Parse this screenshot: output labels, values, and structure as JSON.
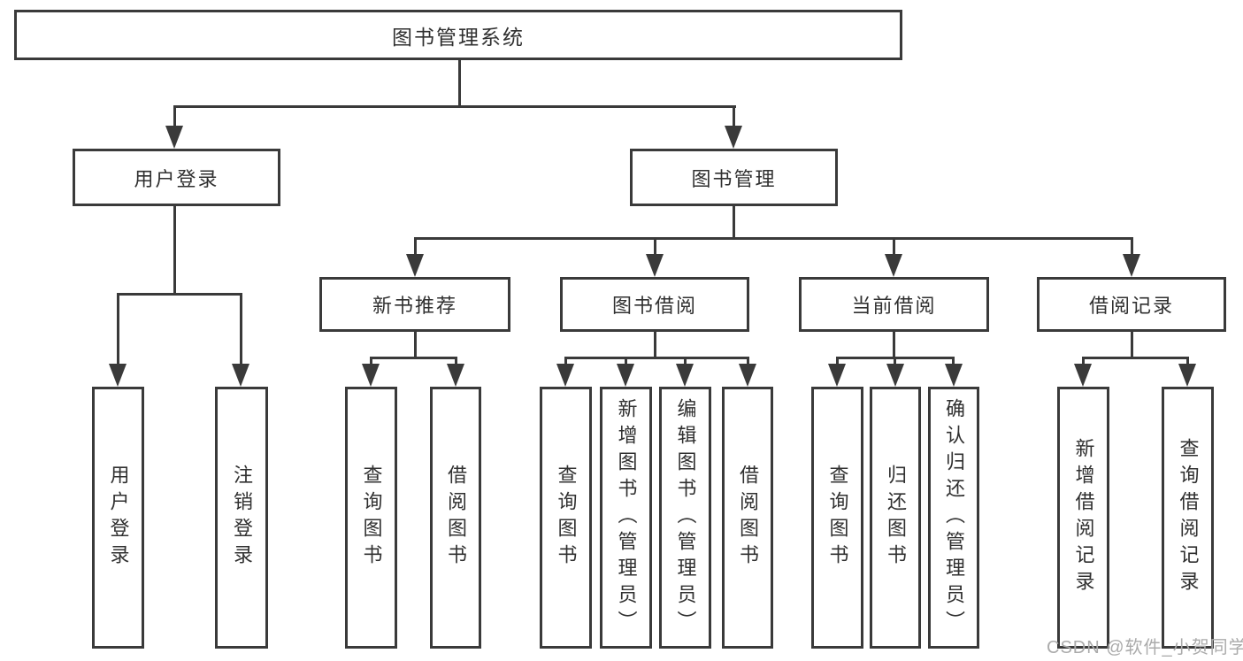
{
  "tree": {
    "root": {
      "label": "图书管理系统"
    },
    "user_login": {
      "label": "用户登录",
      "children": [
        {
          "label": "用户登录"
        },
        {
          "label": "注销登录"
        }
      ]
    },
    "book_mgmt": {
      "label": "图书管理",
      "children": [
        {
          "label": "新书推荐",
          "children": [
            {
              "label": "查询图书"
            },
            {
              "label": "借阅图书"
            }
          ]
        },
        {
          "label": "图书借阅",
          "children": [
            {
              "label": "查询图书"
            },
            {
              "label": "新增图书（管理员）"
            },
            {
              "label": "编辑图书（管理员）"
            },
            {
              "label": "借阅图书"
            }
          ]
        },
        {
          "label": "当前借阅",
          "children": [
            {
              "label": "查询图书"
            },
            {
              "label": "归还图书"
            },
            {
              "label": "确认归还（管理员）"
            }
          ]
        },
        {
          "label": "借阅记录",
          "children": [
            {
              "label": "新增借阅记录"
            },
            {
              "label": "查询借阅记录"
            }
          ]
        }
      ]
    }
  },
  "watermark": {
    "text": "CSDN @软件_小贺同学"
  },
  "colors": {
    "line": "#3a3a3a",
    "text": "#303030",
    "watermark": "#ababab",
    "background": "#ffffff"
  }
}
